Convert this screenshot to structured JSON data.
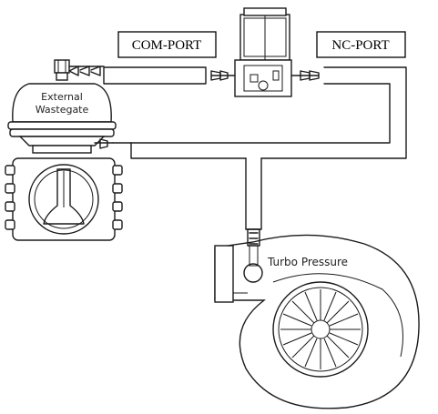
{
  "labels": {
    "com_port": "COM-PORT",
    "nc_port": "NC-PORT",
    "wastegate_line1": "External",
    "wastegate_line2": "Wastegate",
    "turbo": "Turbo Pressure"
  },
  "icons": {
    "wastegate": "wastegate-valve-icon",
    "solenoid": "boost-solenoid-icon",
    "turbo": "turbocharger-icon",
    "flange": "wastegate-flange-icon"
  },
  "colors": {
    "line": "#1a1a1a",
    "background": "#ffffff"
  }
}
